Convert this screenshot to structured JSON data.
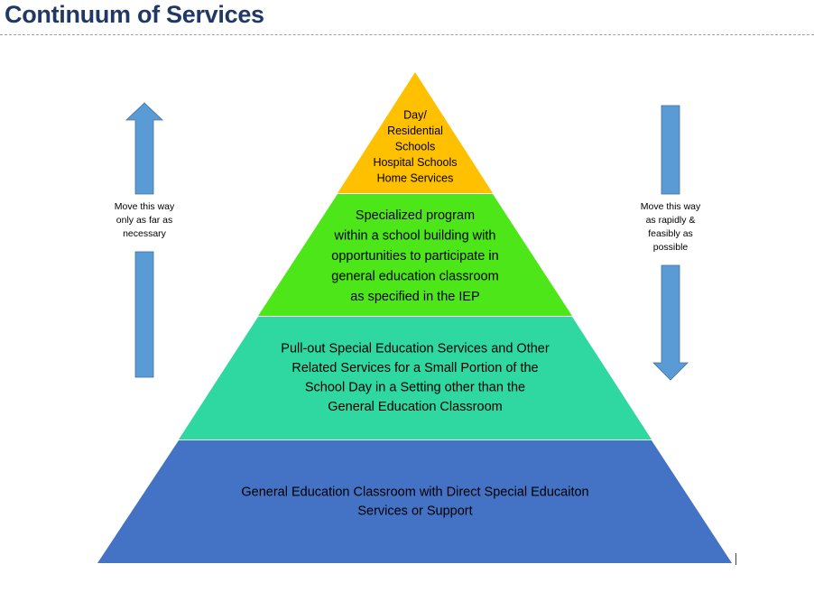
{
  "page": {
    "title": "Continuum of Services"
  },
  "pyramid": {
    "levels": [
      {
        "lines": [
          "Day/",
          "Residential",
          "Schools",
          "Hospital Schools",
          "Home Services"
        ],
        "color": "#ffc000"
      },
      {
        "lines": [
          "Specialized program",
          "within a school building with",
          "opportunities to participate in",
          "general education classroom",
          "as specified in the IEP"
        ],
        "color": "#4ce619"
      },
      {
        "lines": [
          "Pull-out Special Education Services and Other",
          "Related Services for a Small Portion of the",
          "School Day in a Setting other than the",
          "General Education Classroom"
        ],
        "color": "#2fd8a0"
      },
      {
        "lines": [
          "General Education Classroom with Direct Special Educaiton",
          "Services or Support"
        ],
        "color": "#4472c4"
      }
    ]
  },
  "left_note": {
    "text": "Move this way\nonly as far as\nnecessary",
    "direction": "up"
  },
  "right_note": {
    "text": "Move this way\nas rapidly &\nfeasibly as\npossible",
    "direction": "down"
  },
  "arrow_color": "#5b9bd5"
}
